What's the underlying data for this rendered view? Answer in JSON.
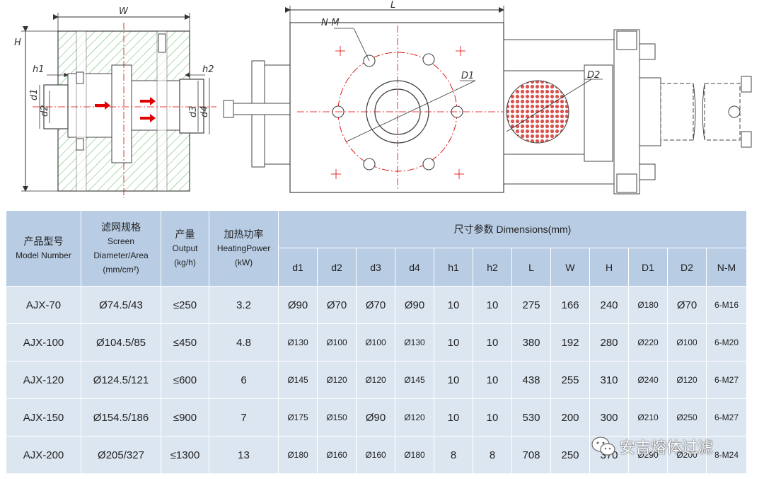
{
  "drawing": {
    "labels": {
      "W": "W",
      "H": "H",
      "L": "L",
      "h1": "h1",
      "h2": "h2",
      "d1": "d1",
      "d2": "d2",
      "d3": "d3",
      "d4": "d4",
      "NM": "N-M",
      "D1": "D1",
      "D2": "D2"
    },
    "colors": {
      "hatch": "#58b85a",
      "centerline": "#e00000",
      "arrow": "#e00000",
      "outline": "#444444",
      "screen": "#d9534f"
    }
  },
  "table": {
    "header": {
      "model": {
        "cn": "产品型号",
        "en": "Model Number"
      },
      "screen": {
        "cn": "滤网规格",
        "en": "Screen Diameter/Area",
        "unit": "(mm/cm²)"
      },
      "output": {
        "cn": "产量",
        "en": "Output",
        "unit": "(kg/h)"
      },
      "heating": {
        "cn": "加热功率",
        "en": "HeatingPower",
        "unit": "(kW)"
      },
      "dimensions": "尺寸参数 Dimensions(mm)",
      "dims": [
        "d1",
        "d2",
        "d3",
        "d4",
        "h1",
        "h2",
        "L",
        "W",
        "H",
        "D1",
        "D2",
        "N-M"
      ]
    },
    "rows": [
      {
        "model": "AJX-70",
        "screen": "Ø74.5/43",
        "output": "≤250",
        "heating": "3.2",
        "dims": [
          "Ø90",
          "Ø70",
          "Ø70",
          "Ø90",
          "10",
          "10",
          "275",
          "166",
          "240",
          "Ø180",
          "Ø70",
          "6-M16"
        ]
      },
      {
        "model": "AJX-100",
        "screen": "Ø104.5/85",
        "output": "≤450",
        "heating": "4.8",
        "dims": [
          "Ø130",
          "Ø100",
          "Ø100",
          "Ø130",
          "10",
          "10",
          "380",
          "192",
          "280",
          "Ø220",
          "Ø100",
          "6-M20"
        ]
      },
      {
        "model": "AJX-120",
        "screen": "Ø124.5/121",
        "output": "≤600",
        "heating": "6",
        "dims": [
          "Ø145",
          "Ø120",
          "Ø120",
          "Ø145",
          "10",
          "10",
          "438",
          "255",
          "310",
          "Ø240",
          "Ø120",
          "6-M27"
        ]
      },
      {
        "model": "AJX-150",
        "screen": "Ø154.5/186",
        "output": "≤900",
        "heating": "7",
        "dims": [
          "Ø175",
          "Ø150",
          "Ø90",
          "Ø120",
          "10",
          "10",
          "530",
          "200",
          "300",
          "Ø210",
          "Ø250",
          "6-M27"
        ]
      },
      {
        "model": "AJX-200",
        "screen": "Ø205/327",
        "output": "≤1300",
        "heating": "13",
        "dims": [
          "Ø180",
          "Ø160",
          "Ø160",
          "Ø180",
          "8",
          "8",
          "708",
          "250",
          "370",
          "Ø290",
          "Ø200",
          "8-M24"
        ]
      }
    ]
  },
  "watermark": {
    "text": "安吉熔体过滤",
    "icon": "wechat-icon"
  }
}
